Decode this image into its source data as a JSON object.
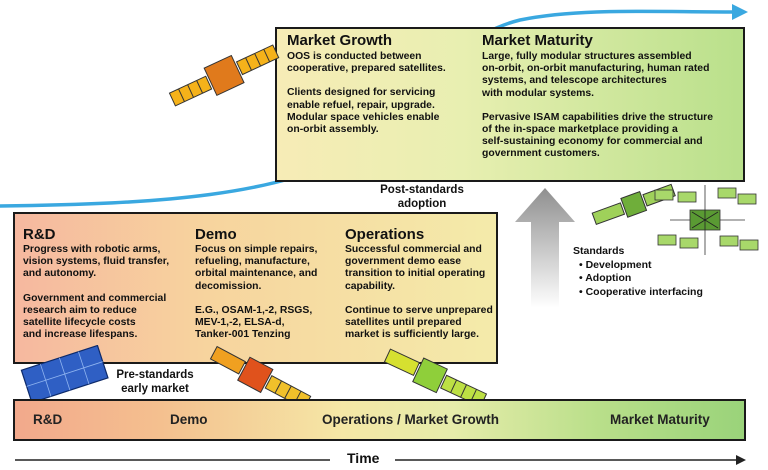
{
  "upper": {
    "growth": {
      "title": "Market Growth",
      "para1": [
        "OOS is conducted between",
        "cooperative, prepared satellites."
      ],
      "para2": [
        "Clients designed for servicing",
        "enable refuel, repair, upgrade.",
        "Modular space vehicles enable",
        "on-orbit assembly."
      ]
    },
    "maturity": {
      "title": "Market Maturity",
      "para1": [
        "Large, fully modular structures assembled",
        "on-orbit, on-orbit manufacturing, human rated",
        "systems, and telescope architectures",
        "with modular systems."
      ],
      "para2": [
        "Pervasive ISAM capabilities drive the structure",
        "of the in-space marketplace providing a",
        "self-sustaining economy for commercial and",
        "government customers."
      ]
    }
  },
  "lower": {
    "rnd": {
      "title": "R&D",
      "para1": [
        "Progress with robotic arms,",
        "vision systems, fluid transfer,",
        "and autonomy."
      ],
      "para2": [
        "Government and commercial",
        "research aim to reduce",
        "satellite lifecycle costs",
        "and increase lifespans."
      ]
    },
    "demo": {
      "title": "Demo",
      "para1": [
        "Focus on simple repairs,",
        "refueling, manufacture,",
        "orbital maintenance, and",
        "decomission."
      ],
      "para2": [
        "E.G., OSAM-1,-2, RSGS,",
        "MEV-1,-2, ELSA-d,",
        "Tanker-001 Tenzing"
      ]
    },
    "ops": {
      "title": "Operations",
      "para1": [
        "Successful commercial and",
        "government demo ease",
        "transition to initial operating",
        "capability."
      ],
      "para2": [
        "Continue to serve unprepared",
        "satellites until prepared",
        "market is sufficiently large."
      ]
    }
  },
  "captions": {
    "post_standards": [
      "Post-standards",
      "adoption"
    ],
    "pre_standards": [
      "Pre-standards",
      "early market"
    ]
  },
  "standards": {
    "title": "Standards",
    "items": [
      "Development",
      "Adoption",
      "Cooperative interfacing"
    ]
  },
  "timeline": {
    "labels": [
      "R&D",
      "Demo",
      "Operations / Market Growth",
      "Market Maturity"
    ],
    "axis_label": "Time"
  },
  "colors": {
    "curve": "#3aa8e0",
    "arrow_gray": "#9a9a9a",
    "box_border": "#1a1a1a"
  },
  "icons": [
    "satellite-orange-icon",
    "satellite-lower-orange-icon",
    "satellite-green-icon",
    "solar-panel-blue-icon",
    "space-station-green-icon",
    "up-arrow-icon",
    "curve-arrow-icon",
    "time-arrow-icon"
  ]
}
